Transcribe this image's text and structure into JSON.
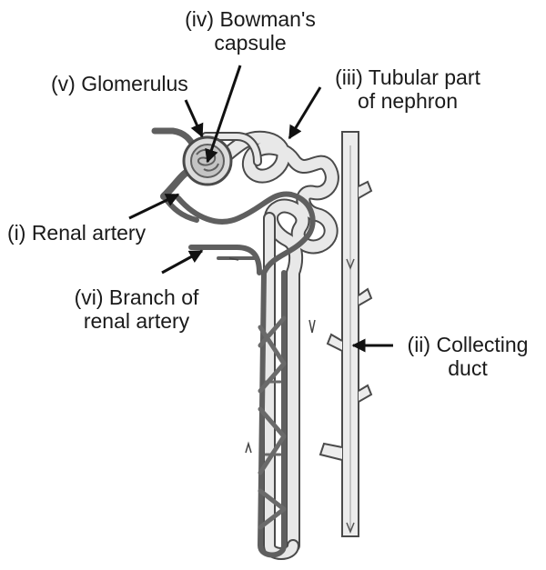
{
  "labels": {
    "bowman_line1": "(iv) Bowman's",
    "bowman_line2": "capsule",
    "glomerulus": "(v) Glomerulus",
    "tubular_line1": "(iii) Tubular part",
    "tubular_line2": "of nephron",
    "renal_artery": "(i) Renal artery",
    "branch_line1": "(vi) Branch of",
    "branch_line2": "renal artery",
    "collecting_line1": "(ii) Collecting",
    "collecting_line2": "duct"
  },
  "colors": {
    "vessel_dark": "#5f5f5f",
    "vessel_mid": "#8a8a8a",
    "tubule_fill": "#e8e8e8",
    "outline": "#4a4a4a",
    "text": "#1a1a1a"
  }
}
